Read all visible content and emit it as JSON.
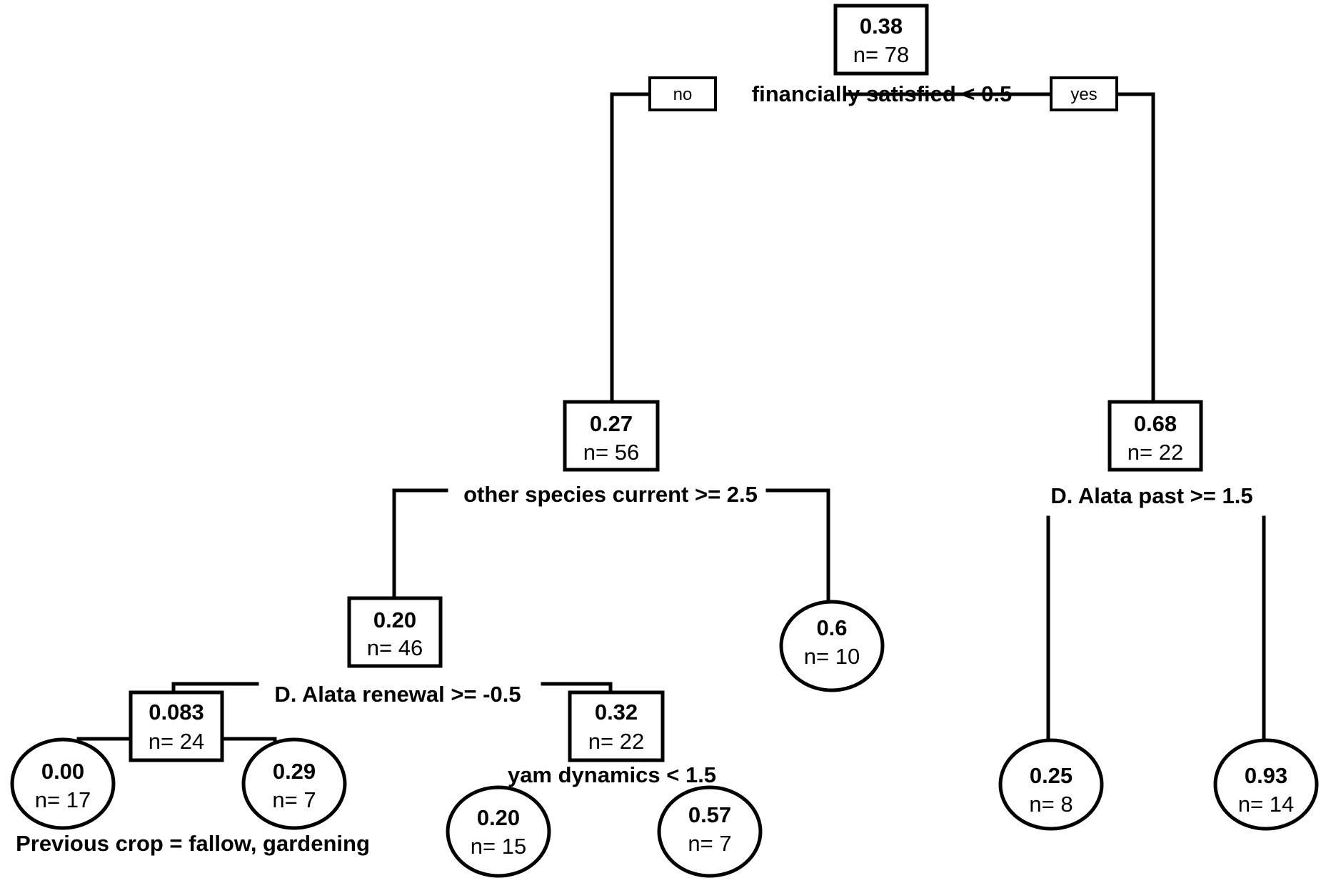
{
  "tree": {
    "root": {
      "value": "0.38",
      "n": "n= 78"
    },
    "root_split": {
      "label": "financially satisfied < 0.5",
      "left_tag": "no",
      "right_tag": "yes"
    },
    "left": {
      "value": "0.27",
      "n": "n= 56"
    },
    "left_split": {
      "label": "other species current >= 2.5"
    },
    "left_left": {
      "value": "0.20",
      "n": "n= 46"
    },
    "left_left_split": {
      "label": "D. Alata renewal >= -0.5"
    },
    "ll_left": {
      "value": "0.083",
      "n": "n= 24"
    },
    "ll_left_split": {
      "label": "Previous crop = fallow, gardening"
    },
    "leaf_a": {
      "value": "0.00",
      "n": "n= 17"
    },
    "leaf_b": {
      "value": "0.29",
      "n": "n= 7"
    },
    "ll_right": {
      "value": "0.32",
      "n": "n= 22"
    },
    "ll_right_split": {
      "label": "yam dynamics < 1.5"
    },
    "leaf_c": {
      "value": "0.20",
      "n": "n= 15"
    },
    "leaf_d": {
      "value": "0.57",
      "n": "n= 7"
    },
    "left_right_leaf": {
      "value": "0.6",
      "n": "n= 10"
    },
    "right": {
      "value": "0.68",
      "n": "n= 22"
    },
    "right_split": {
      "label": "D. Alata past >= 1.5"
    },
    "leaf_e": {
      "value": "0.25",
      "n": "n= 8"
    },
    "leaf_f": {
      "value": "0.93",
      "n": "n= 14"
    }
  }
}
